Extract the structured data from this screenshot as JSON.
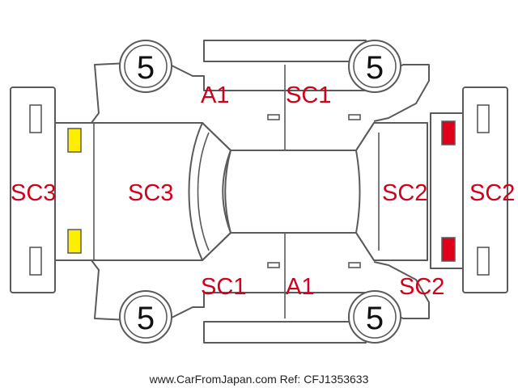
{
  "wheels": {
    "front_left": "5",
    "front_right": "5",
    "rear_left": "5",
    "rear_right": "5"
  },
  "damage_codes": {
    "top_left_door": "A1",
    "top_right_door": "SC1",
    "left_bumper": "SC3",
    "hood": "SC3",
    "rear_window": "SC2",
    "right_bumper": "SC2",
    "bottom_left_door": "SC1",
    "bottom_right_door": "A1",
    "bottom_right_panel": "SC2"
  },
  "colors": {
    "damage_text": "#d0021b",
    "front_light": "#ffee00",
    "rear_light": "#e0001a",
    "outline": "#5a5a5a"
  },
  "footer": "www.CarFromJapan.com Ref: CFJ1353633"
}
